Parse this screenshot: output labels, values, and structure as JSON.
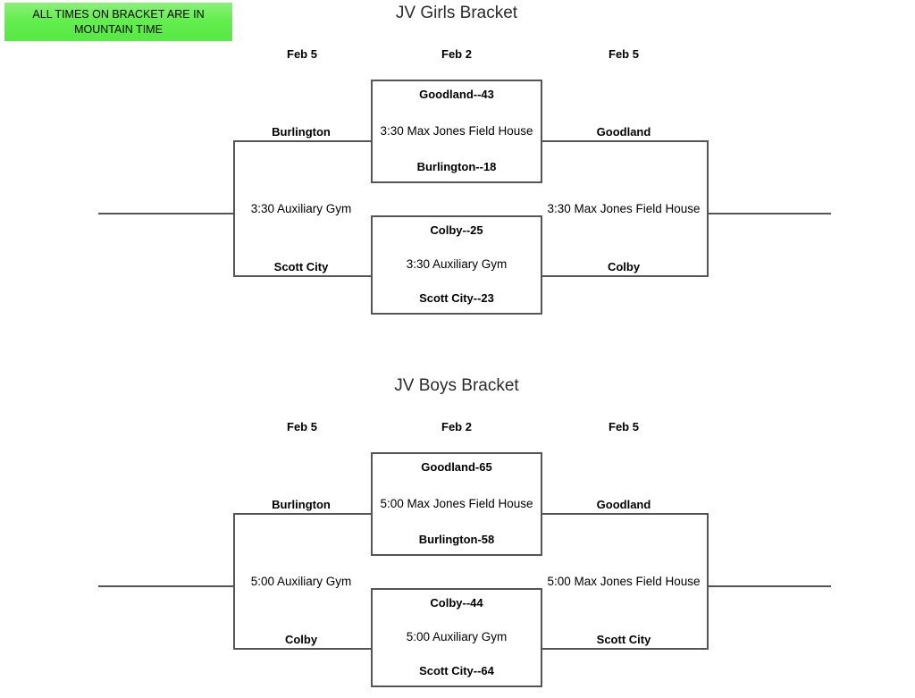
{
  "notice": {
    "line1": "ALL TIMES ON BRACKET ARE IN",
    "line2": "MOUNTAIN TIME",
    "background_color": "#63ee4e"
  },
  "brackets": [
    {
      "title": "JV Girls Bracket",
      "rounds": [
        {
          "date": "Feb 5"
        },
        {
          "date": "Feb 2"
        },
        {
          "date": "Feb 5"
        }
      ],
      "left": {
        "top_team": "Burlington",
        "bottom_team": "Scott City",
        "venue": "3:30 Auxiliary Gym"
      },
      "center": {
        "top_game": {
          "top_team": "Goodland--43",
          "venue": "3:30 Max Jones Field House",
          "bottom_team": "Burlington--18"
        },
        "bottom_game": {
          "top_team": "Colby--25",
          "venue": "3:30 Auxiliary Gym",
          "bottom_team": "Scott City--23"
        }
      },
      "right": {
        "top_team": "Goodland",
        "bottom_team": "Colby",
        "venue": "3:30 Max Jones Field House"
      }
    },
    {
      "title": "JV Boys Bracket",
      "rounds": [
        {
          "date": "Feb 5"
        },
        {
          "date": "Feb 2"
        },
        {
          "date": "Feb 5"
        }
      ],
      "left": {
        "top_team": "Burlington",
        "bottom_team": "Colby",
        "venue": "5:00 Auxiliary Gym"
      },
      "center": {
        "top_game": {
          "top_team": "Goodland-65",
          "venue": "5:00 Max Jones Field House",
          "bottom_team": "Burlington-58"
        },
        "bottom_game": {
          "top_team": "Colby--44",
          "venue": "5:00 Auxiliary Gym",
          "bottom_team": "Scott City--64"
        }
      },
      "right": {
        "top_team": "Goodland",
        "bottom_team": "Scott City",
        "venue": "5:00 Max Jones Field House"
      }
    }
  ]
}
